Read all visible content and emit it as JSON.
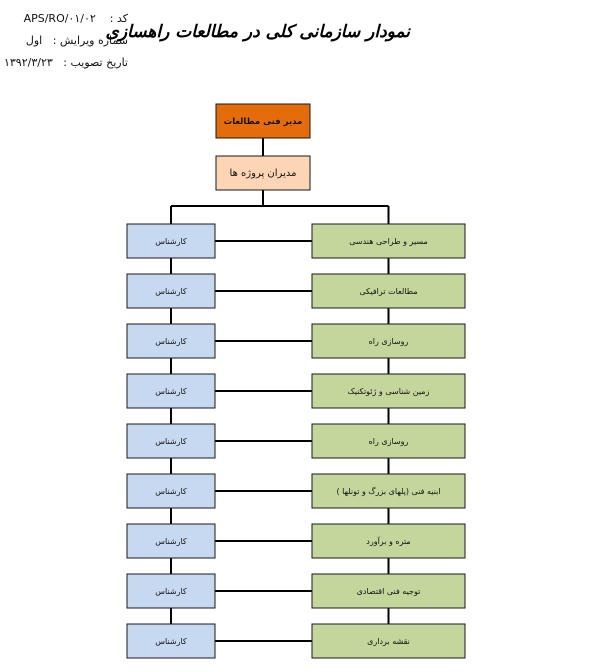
{
  "header": {
    "code_label": "کد :",
    "code_value": "APS/RO/۰۱/۰۲",
    "revision_label": "شماره ویرایش :",
    "revision_value": "اول",
    "approval_label": "تاریخ تصویب :",
    "approval_value": "۱۳۹۲/۳/۲۳"
  },
  "title": "نمودار سازمانی کلی در مطالعات راهسازی",
  "colors": {
    "head_fill": "#e46c0a",
    "manager_fill": "#fcd5b5",
    "dept_fill": "#c3d69b",
    "expert_fill": "#c6d9f1",
    "line": "#000000"
  },
  "org": {
    "head": "مدیر فنی مطالعات",
    "manager": "مدیران پروژه ها",
    "departments": [
      {
        "label": "مسیر و طراحی هندسی",
        "expert": "کارشناس"
      },
      {
        "label": "مطالعات ترافیکی",
        "expert": "کارشناس"
      },
      {
        "label": "روسازی راه",
        "expert": "کارشناس"
      },
      {
        "label": "زمین شناسی و ژئوتکنیک",
        "expert": "کارشناس"
      },
      {
        "label": "روسازی راه",
        "expert": "کارشناس"
      },
      {
        "label": "ابنیه فنی (پلهای بزرگ و تونلها )",
        "expert": "کارشناس"
      },
      {
        "label": "متره و برآورد",
        "expert": "کارشناس"
      },
      {
        "label": "توجیه فنی اقتصادی",
        "expert": "کارشناس"
      },
      {
        "label": "نقشه برداری",
        "expert": "کارشناس"
      }
    ]
  }
}
